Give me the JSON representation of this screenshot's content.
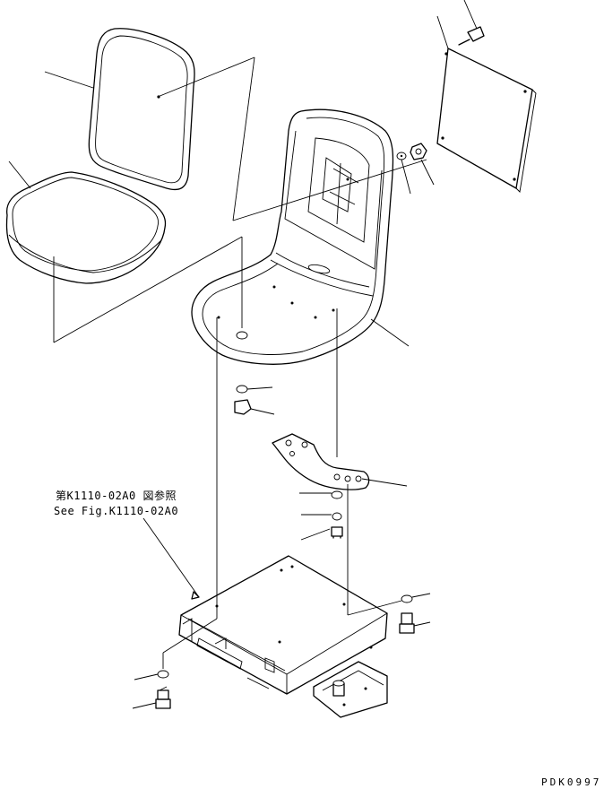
{
  "reference_note": {
    "japanese": "第K1110-02A0 図参照",
    "english": "See Fig.K1110-02A0"
  },
  "drawing_code": "PDK0997"
}
